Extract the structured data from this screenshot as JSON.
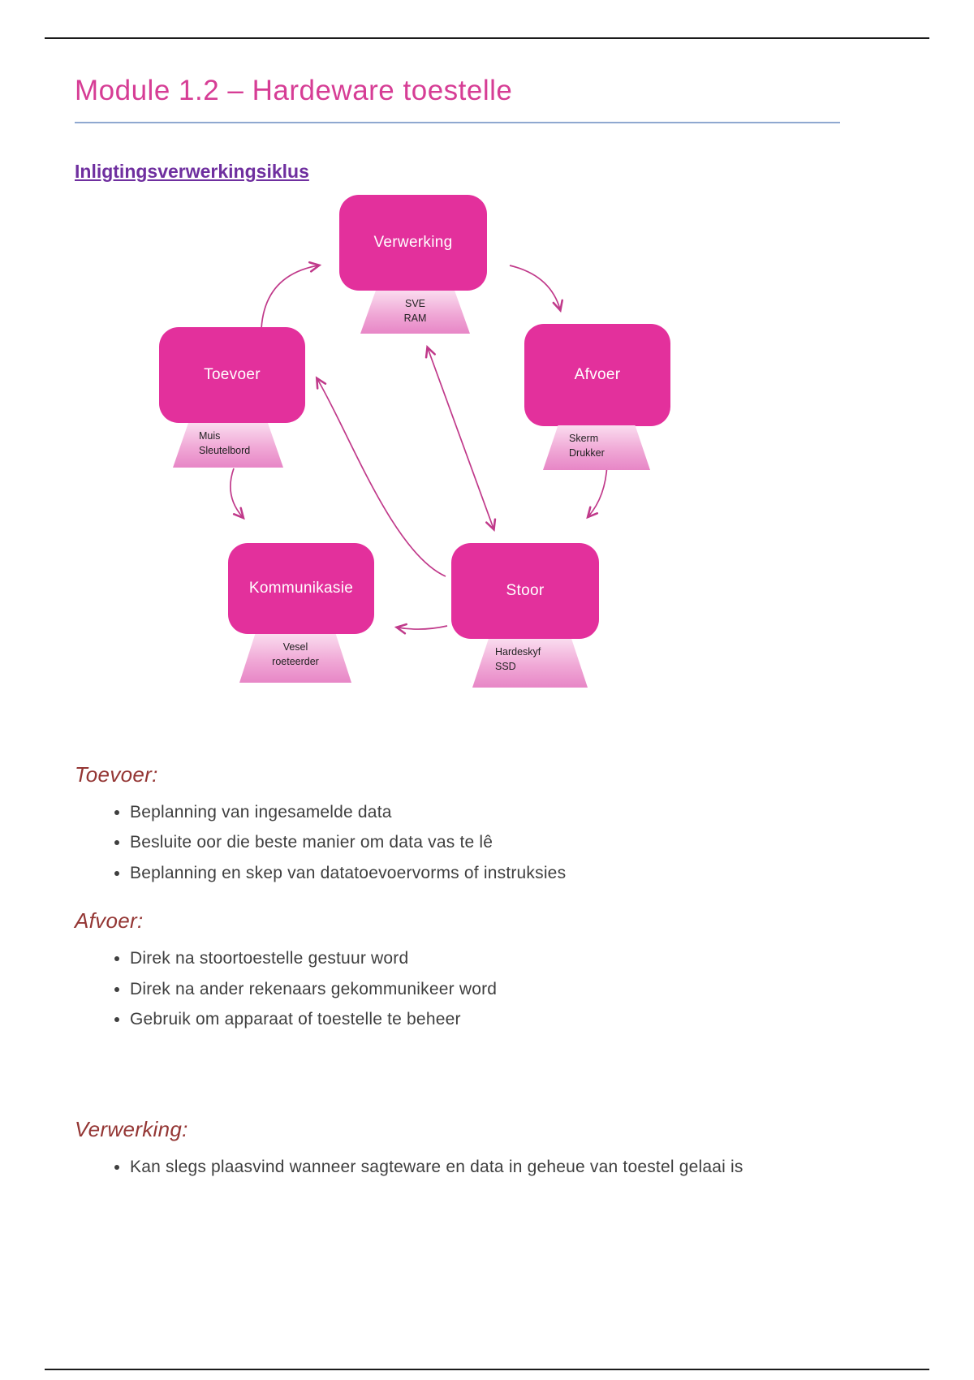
{
  "page": {
    "title": "Module 1.2 – Hardeware toestelle",
    "section_heading": "Inligtingsverwerkingsiklus"
  },
  "diagram": {
    "nodes": {
      "verwerking": {
        "label": "Verwerking",
        "devices": [
          "SVE",
          "RAM"
        ]
      },
      "toevoer": {
        "label": "Toevoer",
        "devices": [
          "Muis",
          "Sleutelbord"
        ]
      },
      "afvoer": {
        "label": "Afvoer",
        "devices": [
          "Skerm",
          "Drukker"
        ]
      },
      "kommunikasie": {
        "label": "Kommunikasie",
        "devices": [
          "Vesel",
          "roeteerder"
        ]
      },
      "stoor": {
        "label": "Stoor",
        "devices": [
          "Hardeskyf",
          "SSD"
        ]
      }
    },
    "colors": {
      "node_fill": "#e3309c",
      "arrow": "#c0398a",
      "trapezoid_top": "#fadcef",
      "trapezoid_bottom": "#e786c6",
      "title_pink": "#d63d95",
      "heading_purple": "#6f2f9f",
      "section_maroon": "#943634"
    }
  },
  "sections": [
    {
      "heading": "Toevoer:",
      "bullets": [
        "Beplanning van ingesamelde data",
        "Besluite oor die beste manier om data vas te lê",
        "Beplanning en skep van datatoevoervorms of instruksies"
      ]
    },
    {
      "heading": "Afvoer:",
      "bullets": [
        "Direk na stoortoestelle gestuur word",
        "Direk na ander rekenaars gekommunikeer word",
        "Gebruik om apparaat of toestelle te beheer"
      ]
    },
    {
      "heading": "Verwerking:",
      "bullets": [
        "Kan slegs plaasvind wanneer sagteware en data in geheue van toestel gelaai is"
      ]
    }
  ]
}
